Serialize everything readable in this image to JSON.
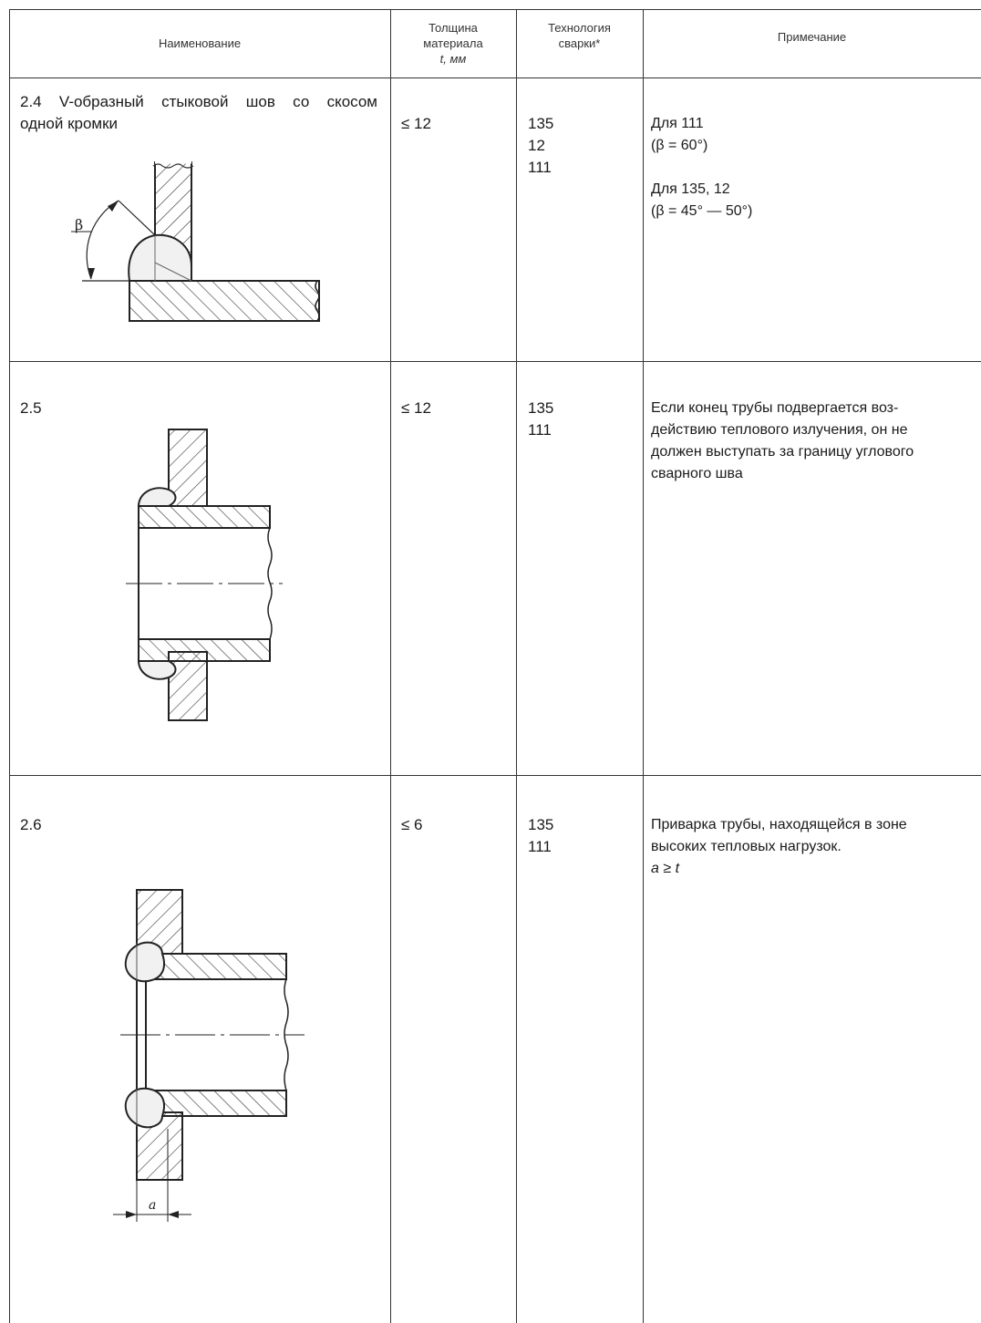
{
  "header": {
    "name": "Наименование",
    "thickness_lines": [
      "Толщина",
      "материала"
    ],
    "thickness_unit": "t, мм",
    "tech_lines": [
      "Технология",
      "сварки*"
    ],
    "note": "Примечание"
  },
  "rows": [
    {
      "title_lines": [
        "2.4 V-образный стыковой шов со скосом",
        "одной кромки"
      ],
      "thickness": "≤ 12",
      "processes": [
        "135",
        "12",
        "111"
      ],
      "notes": [
        "Для 111",
        "(β = 60°)",
        "",
        "Для 135, 12",
        "(β = 45° — 50°)"
      ],
      "angle_symbol": "β"
    },
    {
      "title_lines": [
        "2.5"
      ],
      "thickness": "≤ 12",
      "processes": [
        "135",
        "111"
      ],
      "notes": [
        "Если конец трубы подвергается воз-",
        "действию теплового излучения, он не",
        "должен выступать за границу углового",
        "сварного шва"
      ]
    },
    {
      "title_lines": [
        "2.6"
      ],
      "thickness": "≤ 6",
      "processes": [
        "135",
        "111"
      ],
      "notes": [
        "Приварка трубы,  находящейся в зоне",
        "высоких тепловых нагрузок."
      ],
      "formula": "a ≥ t",
      "dimension_symbol": "a"
    }
  ]
}
